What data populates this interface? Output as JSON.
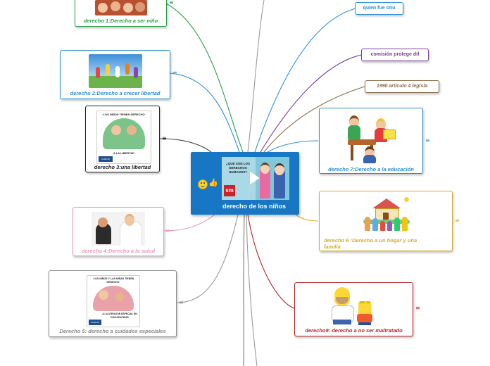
{
  "central": {
    "title": "derecho de los niños",
    "icons": [
      "smiley-icon",
      "thumbs-up-icon"
    ],
    "video_title_text": "¿QUÉ SON LOS DERECHOS HUMANOS?",
    "video_logo": "sm"
  },
  "nodes": {
    "derecho1": "derecho 1:Derecho a ser niño",
    "derecho2": "derecho 2:Derecho a crecer libertad",
    "derecho3": "derecho 3:una libertad",
    "derecho4": "derecho 4:Derecho a la salud",
    "derecho5": "Derecho 5:  derecho a cuidados especiales",
    "derecho7": "derecho 7:Derecho a la educación",
    "derecho6": "derecho 6 :Derecho a  un hogar y una familia",
    "derecho9": "derecho9: derecho a no ser maltratado"
  },
  "small_nodes": {
    "quien": "quien fue onu",
    "comision": "comisión protege dif",
    "articulo": "1990  articulo 4 legisla"
  },
  "poster_text": {
    "p3_header": "·LOS NIÑOS TIENEN DERECHO·",
    "p3_footer": "A LA LIBERTAD",
    "p5_header": "·LOS NIÑOS Y LAS NIÑAS TIENEN DERECHO·",
    "p5_footer": "A LA ATENCIÓN ESPECIAL EN DISCAPACIDAD",
    "badge": "CUENTA CONMIGO"
  },
  "note_glyph": "≡",
  "colors": {
    "central_bg": "#1877c4",
    "derecho1": "#27a14a",
    "derecho2": "#2d8fd5",
    "derecho3": "#222222",
    "derecho4": "#f09ab8",
    "derecho5": "#8c8c8c",
    "derecho7": "#2d8fd5",
    "derecho6": "#d4ad2b",
    "derecho9": "#b8232a",
    "quien": "#2d8fd5",
    "comision": "#7b3f9e",
    "articulo": "#8a6d4b"
  }
}
